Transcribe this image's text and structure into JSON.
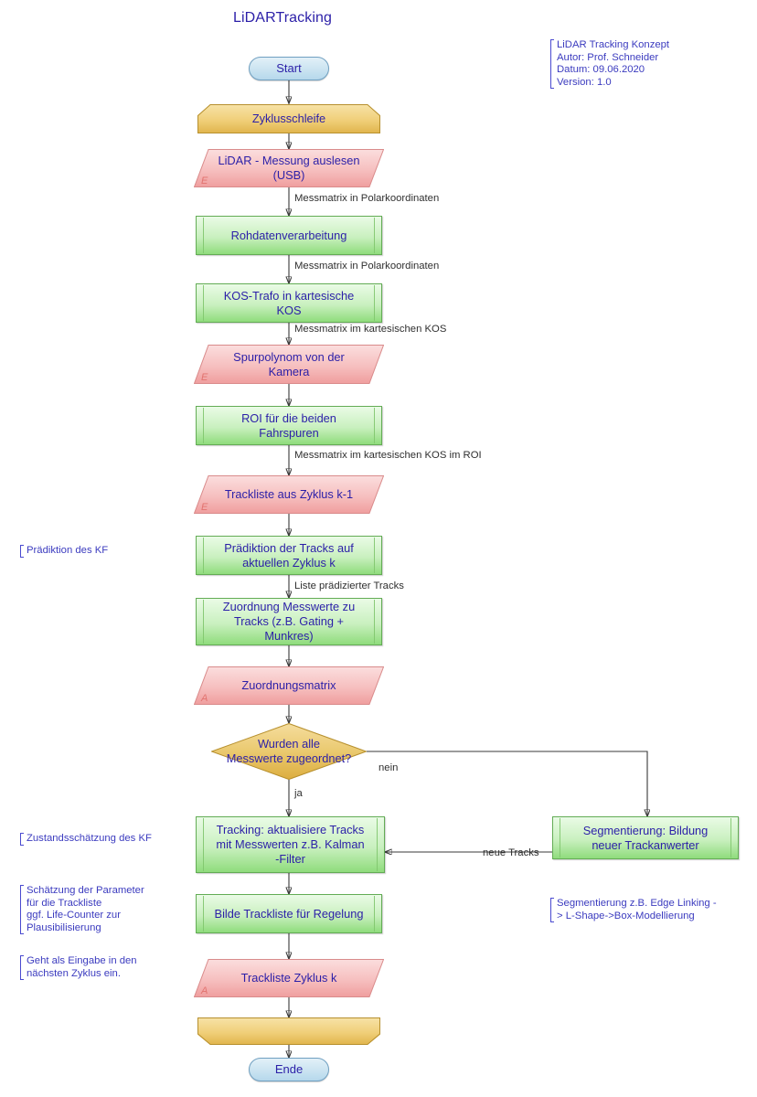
{
  "title": "LiDARTracking",
  "meta_box": {
    "lines": "LiDAR Tracking Konzept\nAutor: Prof. Schneider\nDatum: 09.06.2020\nVersion: 1.0"
  },
  "nodes": {
    "start": {
      "label": "Start",
      "type": "terminator"
    },
    "loop_begin": {
      "label": "Zyklusschleife",
      "type": "loop-start"
    },
    "lidar_read": {
      "label": "LiDAR - Messung auslesen\n(USB)",
      "type": "data-input",
      "marker": "E"
    },
    "rohdaten": {
      "label": "Rohdatenverarbeitung",
      "type": "process"
    },
    "kos_trafo": {
      "label": "KOS-Trafo in kartesische\nKOS",
      "type": "process"
    },
    "spurpolynom": {
      "label": "Spurpolynom von der\nKamera",
      "type": "data-input",
      "marker": "E"
    },
    "roi": {
      "label": "ROI für die beiden\nFahrspuren",
      "type": "process"
    },
    "trackliste_in": {
      "label": "Trackliste aus Zyklus k-1",
      "type": "data-input",
      "marker": "E"
    },
    "praediktion": {
      "label": "Prädiktion der Tracks auf\naktuellen Zyklus k",
      "type": "process"
    },
    "zuordnung": {
      "label": "Zuordnung Messwerte zu\nTracks (z.B. Gating +\nMunkres)",
      "type": "process"
    },
    "zuordnungsmatrix": {
      "label": "Zuordnungsmatrix",
      "type": "data-output",
      "marker": "A"
    },
    "decision": {
      "label": "Wurden alle\nMesswerte zugeordnet?",
      "type": "decision"
    },
    "tracking": {
      "label": "Tracking: aktualisiere Tracks\nmit Messwerten z.B. Kalman\n-Filter",
      "type": "process"
    },
    "segmentierung": {
      "label": "Segmentierung: Bildung\nneuer Trackanwerter",
      "type": "process"
    },
    "bilde_trackliste": {
      "label": "Bilde Trackliste für Regelung",
      "type": "process"
    },
    "trackliste_out": {
      "label": "Trackliste Zyklus k",
      "type": "data-output",
      "marker": "A"
    },
    "loop_end": {
      "label": "",
      "type": "loop-end"
    },
    "ende": {
      "label": "Ende",
      "type": "terminator"
    }
  },
  "edge_labels": {
    "e1": "Messmatrix in Polarkoordinaten",
    "e2": "Messmatrix in Polarkoordinaten",
    "e3": "Messmatrix im kartesischen KOS",
    "e4": "Messmatrix im kartesischen KOS im ROI",
    "e5": "Liste prädizierter Tracks",
    "e_nein": "nein",
    "e_ja": "ja",
    "e_neue_tracks": "neue Tracks"
  },
  "annotations": {
    "a_praediktion": "Prädiktion des KF",
    "a_zustand": "Zustandsschätzung des KF",
    "a_schaetzung": "Schätzung der Parameter\nfür die Trackliste\nggf. Life-Counter zur\nPlausibilisierung",
    "a_eingabe": "Geht als Eingabe in den\nnächsten Zyklus ein.",
    "a_segmentierung": "Segmentierung z.B. Edge Linking -\n> L-Shape->Box-Modellierung"
  },
  "colors": {
    "text_blue": "#2b1fa8",
    "process_green": "#8fdc7c",
    "io_pink": "#ef9d9d",
    "loop_gold": "#e0b44b",
    "decision_gold": "#dcad3f",
    "terminator_blue": "#b6d8ec",
    "annotation_blue": "#3b3bbf",
    "edge_stroke": "#3a3a3a"
  }
}
